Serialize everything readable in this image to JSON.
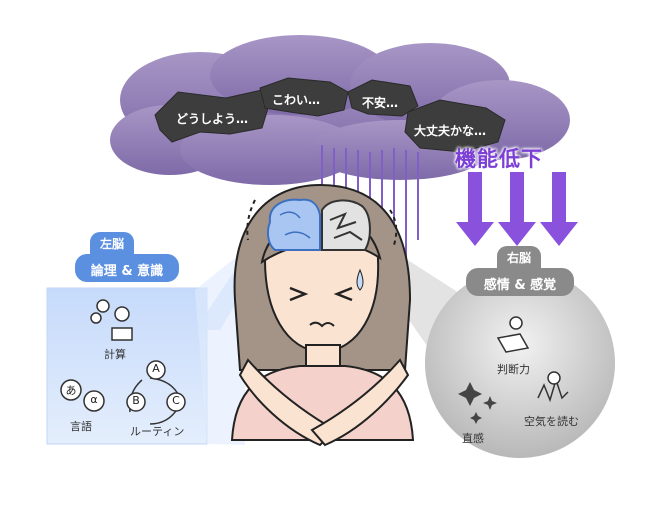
{
  "thought_cloud": {
    "phrases": [
      "どうしよう…",
      "こわい…",
      "不安…",
      "大丈夫かな…"
    ]
  },
  "function_label": "機能低下",
  "left_brain": {
    "title": "左脳",
    "subtitle": "論理 & 意識",
    "items": {
      "calc": "計算",
      "language": "言語",
      "routine": "ルーティン"
    },
    "glyphs": {
      "a_jp": "あ",
      "alpha": "α",
      "A": "A",
      "B": "B",
      "C": "C"
    }
  },
  "right_brain": {
    "title": "右脳",
    "subtitle": "感情 & 感覚",
    "items": {
      "judgement": "判断力",
      "intuition": "直感",
      "read_air": "空気を読む"
    }
  },
  "colors": {
    "cloud": "#8d7bb0",
    "speech_dark": "#3b3b3b",
    "accent_purple": "#7b3fd6",
    "left_blue": "#5b8fe0",
    "left_panel": "#d2e2fb",
    "right_gray": "#8a8a8a",
    "right_panel": "#d9d9d9",
    "skin": "#fbe3d2",
    "hair": "#9a8a80",
    "shirt": "#f3d3cc"
  }
}
